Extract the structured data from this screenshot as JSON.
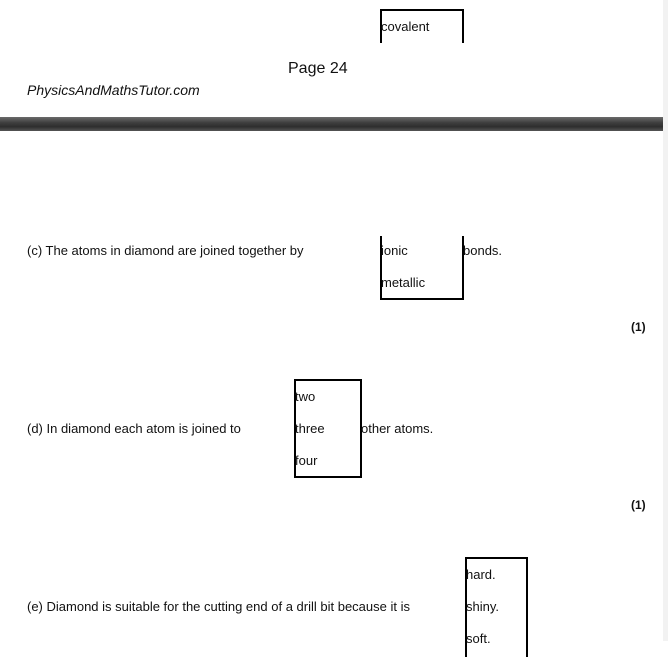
{
  "top_fragment": {
    "option": "covalent"
  },
  "footer": {
    "page_label": "Page 24",
    "site": "PhysicsAndMathsTutor.com"
  },
  "question_c": {
    "prefix": "(c)   The atoms in diamond are joined together by",
    "options": [
      "ionic",
      "metallic"
    ],
    "suffix": "bonds.",
    "marks": "(1)"
  },
  "question_d": {
    "prefix": "(d)   In diamond each atom is joined to",
    "options": [
      "two",
      "three",
      "four"
    ],
    "suffix": "other atoms.",
    "marks": "(1)"
  },
  "question_e": {
    "prefix": "(e)   Diamond is suitable for the cutting end of a drill bit because it is",
    "options": [
      "hard.",
      "shiny.",
      "soft."
    ]
  }
}
